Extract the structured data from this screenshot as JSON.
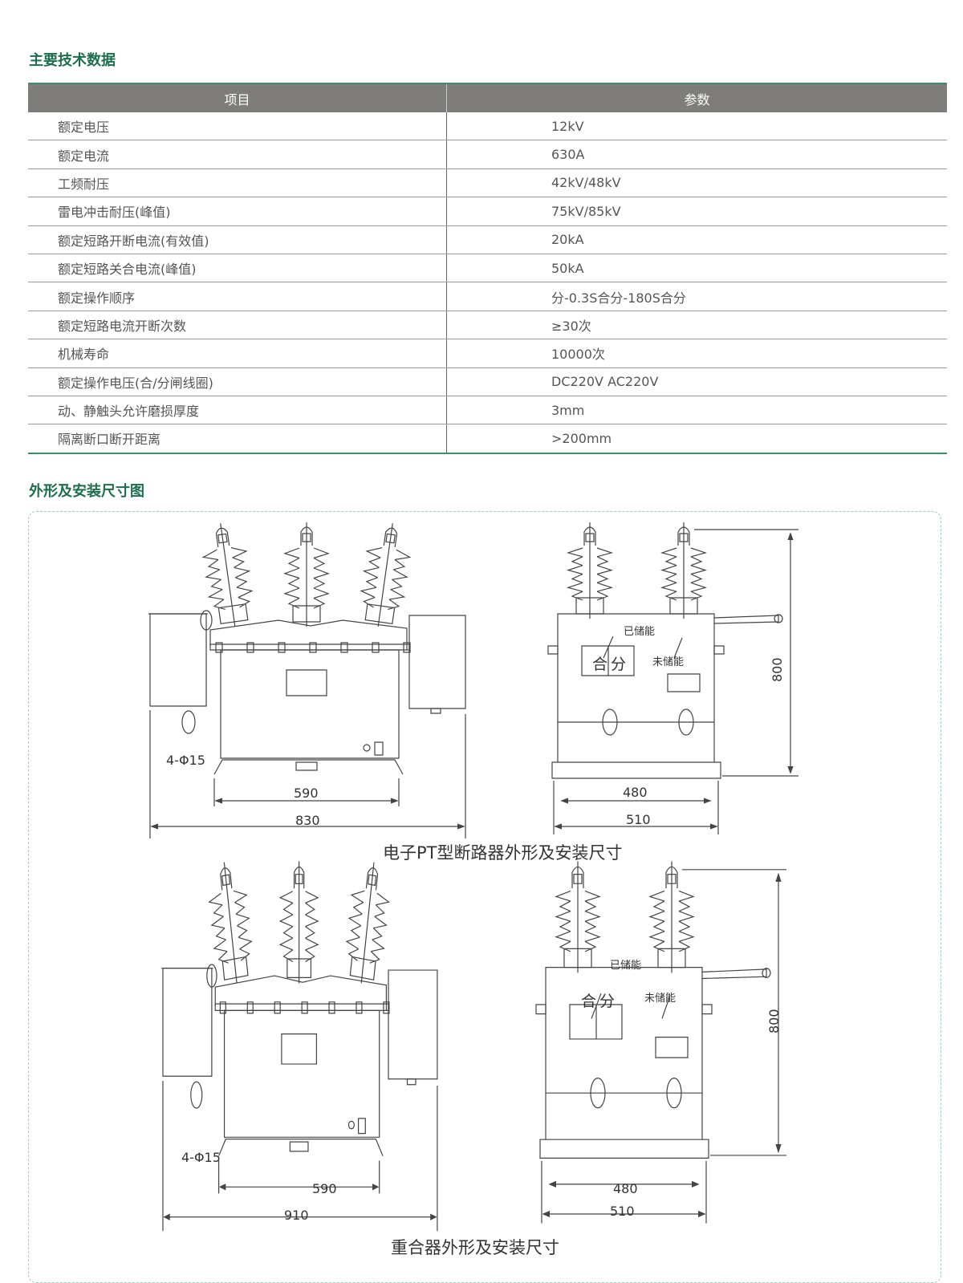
{
  "section1_title": "主要技术数据",
  "table": {
    "headers": [
      "项目",
      "参数"
    ],
    "rows": [
      [
        "额定电压",
        "12kV"
      ],
      [
        "额定电流",
        "630A"
      ],
      [
        "工频耐压",
        "42kV/48kV"
      ],
      [
        "雷电冲击耐压(峰值)",
        "75kV/85kV"
      ],
      [
        "额定短路开断电流(有效值)",
        "20kA"
      ],
      [
        "额定短路关合电流(峰值)",
        "50kA"
      ],
      [
        "额定操作顺序",
        "分-0.3S合分-180S合分"
      ],
      [
        "额定短路电流开断次数",
        "≥30次"
      ],
      [
        "机械寿命",
        "10000次"
      ],
      [
        "额定操作电压(合/分闸线圈)",
        "DC220V AC220V"
      ],
      [
        "动、静触头允许磨损厚度",
        "3mm"
      ],
      [
        "隔离断口断开距离",
        ">200mm"
      ]
    ]
  },
  "section2_title": "外形及安装尺寸图",
  "drawing1": {
    "caption": "电子PT型断路器外形及安装尺寸",
    "front": {
      "holes": "4-Φ15",
      "dim_inner": "590",
      "dim_outer": "830"
    },
    "side": {
      "height": "800",
      "dim_inner": "480",
      "dim_outer": "510",
      "stored": "已储能",
      "not_stored": "未储能",
      "close": "合",
      "open": "分"
    }
  },
  "drawing2": {
    "caption": "重合器外形及安装尺寸",
    "front": {
      "holes": "4-Φ15",
      "dim_inner": "590",
      "dim_outer": "910"
    },
    "side": {
      "height": "800",
      "dim_inner": "480",
      "dim_outer": "510",
      "stored": "已储能",
      "not_stored": "未储能",
      "close": "合",
      "open": "分"
    }
  }
}
